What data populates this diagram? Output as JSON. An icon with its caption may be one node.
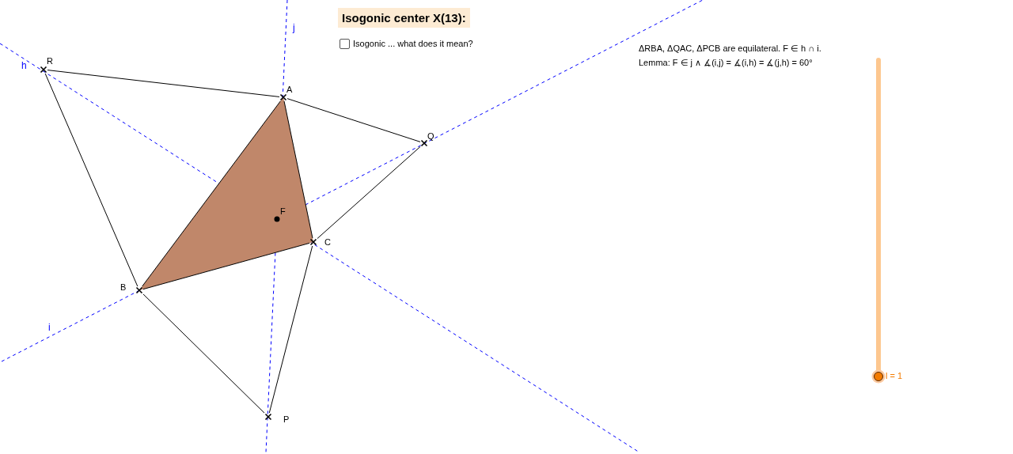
{
  "diagram": {
    "title": "Isogonic center X(13):",
    "nodes": [
      {
        "text": [
          "R"
        ]
      },
      {
        "text": [
          "A"
        ]
      },
      {
        "text": [
          "Q"
        ]
      },
      {
        "text": [
          "F"
        ]
      },
      {
        "text": [
          "C"
        ]
      },
      {
        "text": [
          "B"
        ]
      },
      {
        "text": [
          "P"
        ]
      }
    ],
    "edges": [
      {
        "from": 0,
        "to": 1,
        "arrow": "none"
      },
      {
        "from": 0,
        "to": 5,
        "arrow": "none"
      },
      {
        "from": 1,
        "to": 2,
        "arrow": "none"
      },
      {
        "from": 2,
        "to": 4,
        "arrow": "none"
      },
      {
        "from": 1,
        "to": 5,
        "arrow": "none"
      },
      {
        "from": 1,
        "to": 4,
        "arrow": "none"
      },
      {
        "from": 5,
        "to": 4,
        "arrow": "none"
      },
      {
        "from": 5,
        "to": 6,
        "arrow": "none"
      },
      {
        "from": 6,
        "to": 4,
        "arrow": "none"
      }
    ],
    "labels": [
      "Isogonic ... what does it mean?",
      "ΔRBA, ΔQAC, ΔPCB are equilateral. F ∈ h ∩ i.",
      "Lemma: F ∈ j ∧ ∡(i,j) = ∡(i,h) = ∡(j,h) = 60°",
      "h",
      "i",
      "j",
      "l = 1"
    ]
  }
}
